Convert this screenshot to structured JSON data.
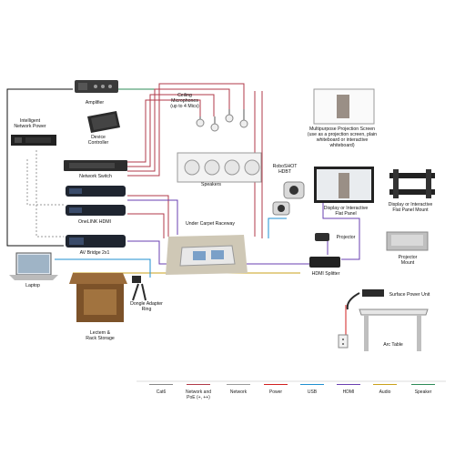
{
  "labels": {
    "amplifier": "Amplifier",
    "intelligent_network_power": "Intelligent\nNetwork Power",
    "device_controller": "Device\nController",
    "ceiling_microphones": "Ceiling\nMicrophones\n(up to 4 Mics)",
    "network_switch": "Network Switch",
    "speakers": "Speakers",
    "onelink_hdmi": "OneLINK HDMI",
    "av_bridge": "AV Bridge 2x1",
    "laptop": "Laptop",
    "under_carpet_raceway": "Under Carpet Raceway",
    "roboshot": "RoboSHOT\nHDBT",
    "multipurpose_screen": "Multipurpose Projection Screen\n(use as a projection screen, plain\nwhiteboard or interactive\nwhiteboard)",
    "display_flat_panel": "Display or Interactive\nFlat Panel",
    "display_flat_panel_mount": "Display or Interactive\nFlat Panel Mount",
    "projector": "Projector",
    "projector_mount": "Projector\nMount",
    "hdmi_splitter": "HDMI Splitter",
    "surface_power_unit": "Surface Power Unit",
    "dongle_adapter_ring": "Dongle Adapter\nRing",
    "lectern": "Lectern &\nRack Storage",
    "arc_table": "Arc Table"
  },
  "legend": [
    {
      "label": "Cat6",
      "color": "#888888"
    },
    {
      "label": "Network and\nPoE (+, ++)",
      "color": "#b03a48"
    },
    {
      "label": "Network",
      "color": "#9a9a9a"
    },
    {
      "label": "Power",
      "color": "#d11f1f"
    },
    {
      "label": "USB",
      "color": "#1f8fd0"
    },
    {
      "label": "HDMI",
      "color": "#6a3fb0"
    },
    {
      "label": "Audio",
      "color": "#c9a11a"
    },
    {
      "label": "Speaker",
      "color": "#2e8b57"
    }
  ]
}
